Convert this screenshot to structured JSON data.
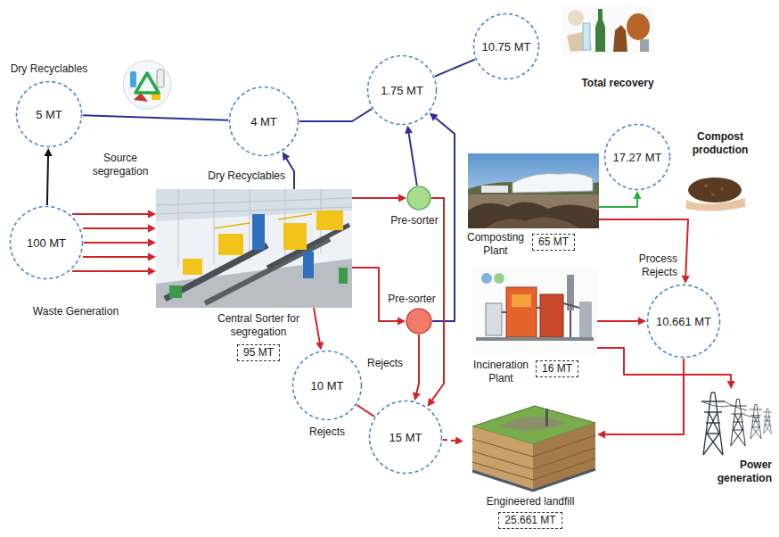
{
  "diagram": {
    "nodes": [
      {
        "text": [
          "5 MT",
          "Dry Recyclables"
        ]
      },
      {
        "text": [
          "100 MT",
          "Waste Generation"
        ]
      },
      {
        "text": [
          "Central Sorter for segregation",
          "95 MT"
        ]
      },
      {
        "text": [
          "4 MT"
        ]
      },
      {
        "text": [
          "1.75 MT"
        ]
      },
      {
        "text": [
          "10.75 MT",
          "Total recovery"
        ]
      },
      {
        "text": [
          "17.27 MT",
          "Compost production"
        ]
      },
      {
        "text": [
          "Pre-sorter"
        ]
      },
      {
        "text": [
          "Composting Plant",
          "65 MT"
        ]
      },
      {
        "text": [
          "Pre-sorter"
        ]
      },
      {
        "text": [
          "10.661 MT",
          "Process Rejects"
        ]
      },
      {
        "text": [
          "Incineration Plant",
          "16 MT"
        ]
      },
      {
        "text": [
          "Power generation"
        ]
      },
      {
        "text": [
          "10 MT",
          "Rejects"
        ]
      },
      {
        "text": [
          "15 MT"
        ]
      },
      {
        "text": [
          "Engineered landfill",
          "25.661 MT"
        ]
      }
    ],
    "edges": [
      {
        "from": 1,
        "to": 0,
        "arrow": "to"
      },
      {
        "from": 1,
        "to": 2,
        "arrow": "to"
      },
      {
        "from": 0,
        "to": 3,
        "arrow": "none"
      },
      {
        "from": 2,
        "to": 3,
        "arrow": "to"
      },
      {
        "from": 3,
        "to": 4,
        "arrow": "none"
      },
      {
        "from": 4,
        "to": 5,
        "arrow": "none"
      },
      {
        "from": 2,
        "to": 7,
        "arrow": "to"
      },
      {
        "from": 2,
        "to": 9,
        "arrow": "to"
      },
      {
        "from": 7,
        "to": 4,
        "arrow": "to"
      },
      {
        "from": 9,
        "to": 4,
        "arrow": "to"
      },
      {
        "from": 7,
        "to": 14,
        "arrow": "to"
      },
      {
        "from": 9,
        "to": 14,
        "arrow": "to"
      },
      {
        "from": 2,
        "to": 13,
        "arrow": "to"
      },
      {
        "from": 13,
        "to": 14,
        "arrow": "none"
      },
      {
        "from": 14,
        "to": 15,
        "arrow": "to"
      },
      {
        "from": 8,
        "to": 6,
        "arrow": "to"
      },
      {
        "from": 8,
        "to": 10,
        "arrow": "to"
      },
      {
        "from": 11,
        "to": 10,
        "arrow": "to"
      },
      {
        "from": 11,
        "to": 12,
        "arrow": "to"
      },
      {
        "from": 10,
        "to": 15,
        "arrow": "to"
      }
    ],
    "labels": [
      "Source segregation",
      "Dry Recyclables",
      "Rejects"
    ]
  }
}
